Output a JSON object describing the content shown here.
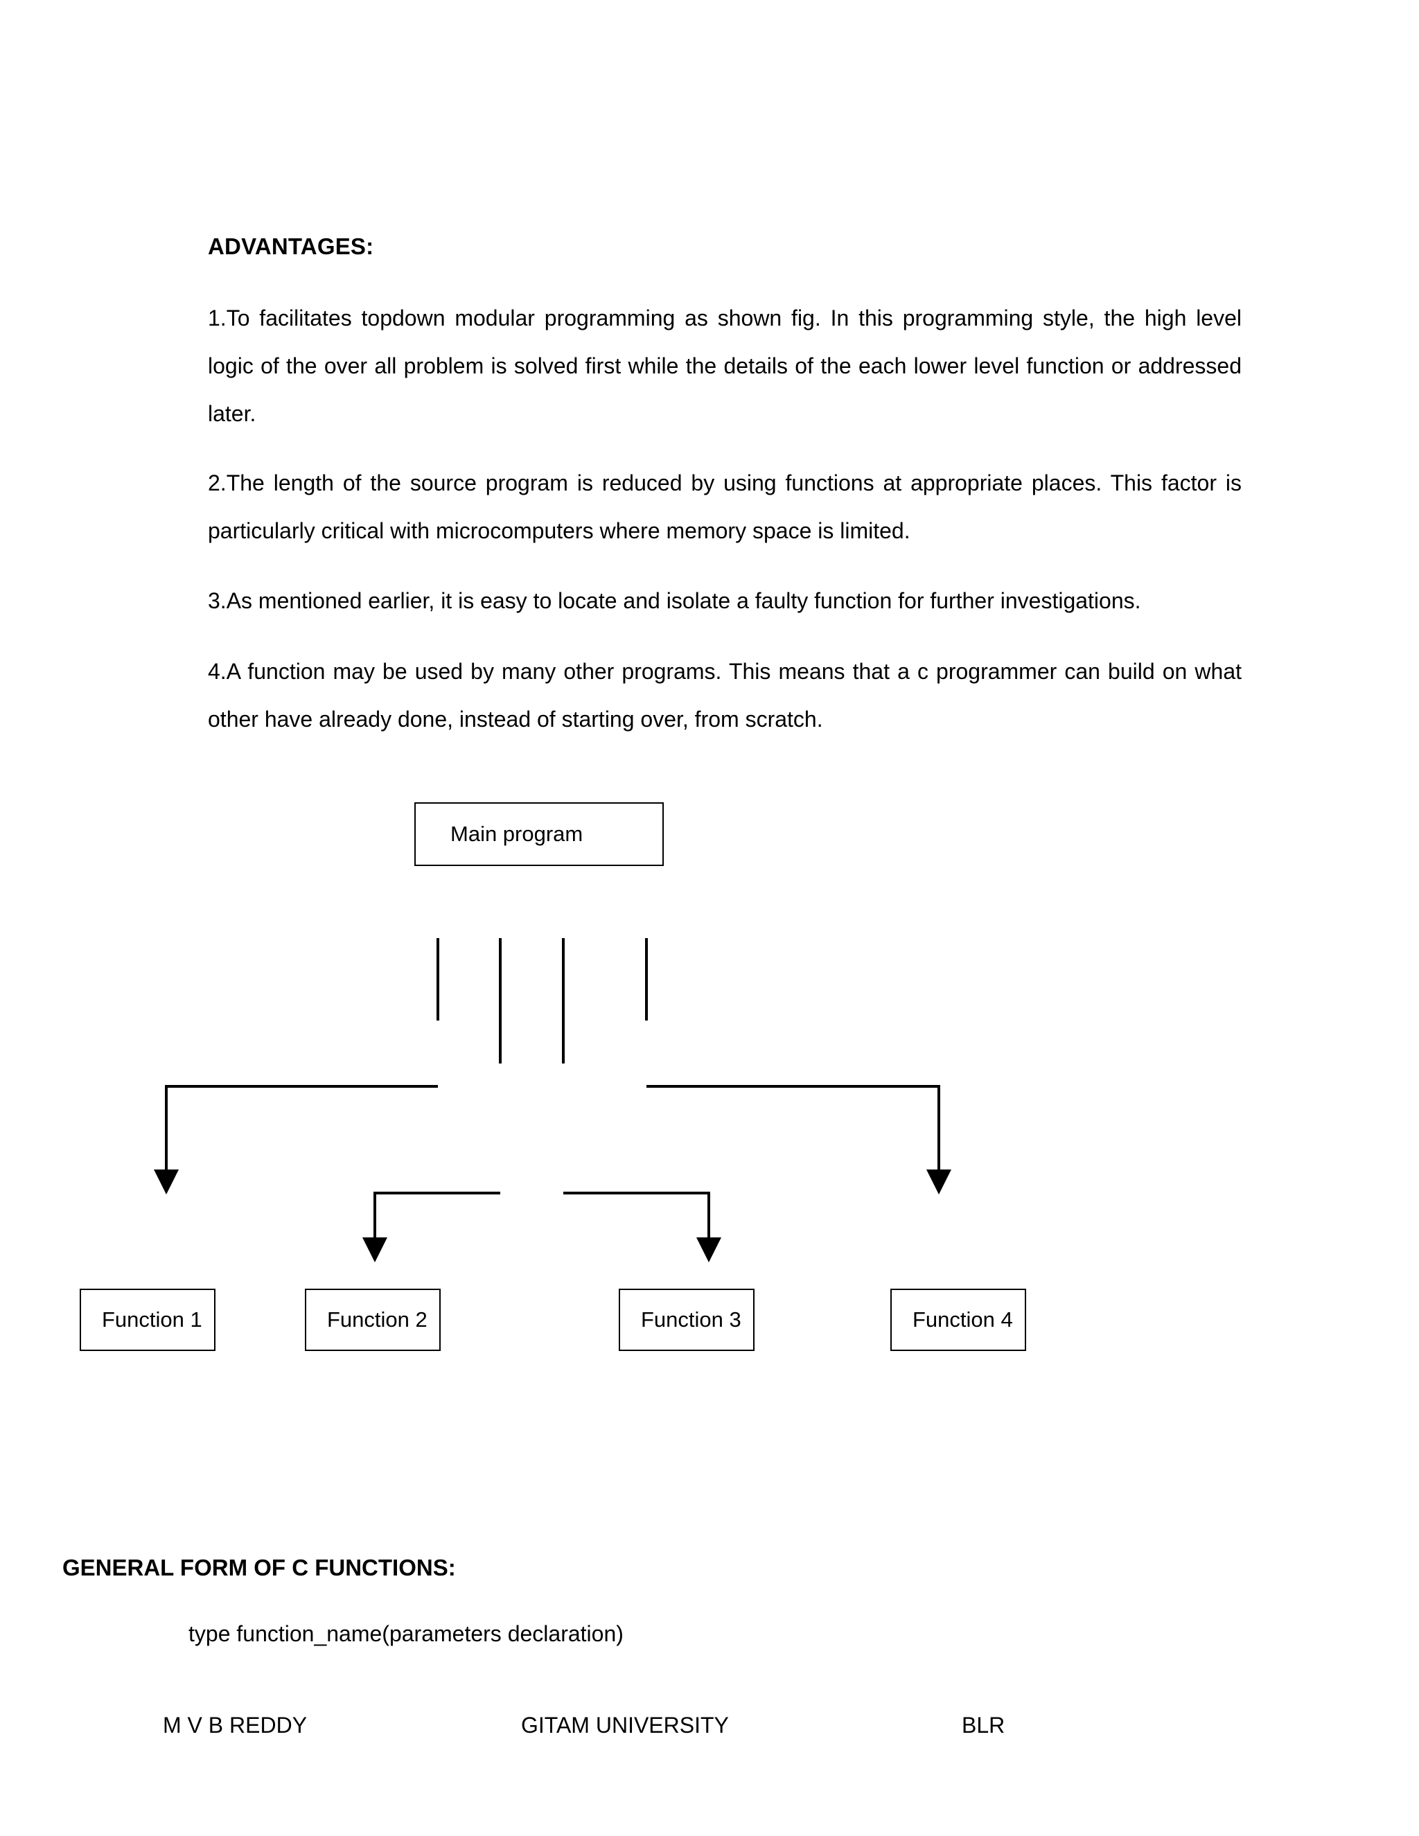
{
  "document": {
    "heading": "ADVANTAGES:",
    "paragraphs": [
      "1.To facilitates topdown modular programming as shown fig. In this programming style, the high level logic of the over all problem is solved first while the details of the each lower level function or addressed later.",
      "2.The length of the source program is reduced by using functions at appropriate places. This factor is particularly critical with microcomputers where memory space is limited.",
      "3.As mentioned earlier, it is easy to locate and isolate a faulty function for further investigations.",
      "4.A function may be used by many other programs. This means that a c programmer can build on what other have already done, instead of starting over, from scratch."
    ],
    "section_title": "GENERAL FORM OF C FUNCTIONS:",
    "code_line": "type function_name(parameters declaration)"
  },
  "diagram": {
    "root": {
      "label": "Main program"
    },
    "nodes": [
      {
        "label": "Function 1"
      },
      {
        "label": "Function 2"
      },
      {
        "label": "Function 3"
      },
      {
        "label": "Function 4"
      }
    ],
    "line_color": "#000000"
  },
  "footer": {
    "author": "M V B REDDY",
    "organization": "GITAM UNIVERSITY",
    "branch": "BLR"
  }
}
